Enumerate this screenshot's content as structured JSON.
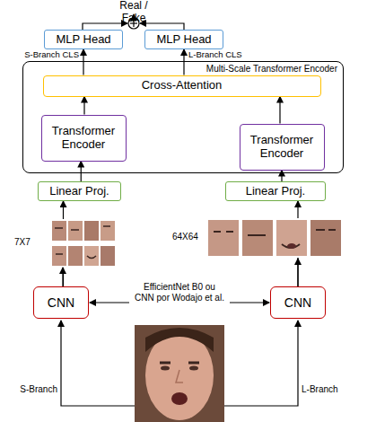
{
  "diagram": {
    "nodes": [
      {
        "text": [
          "MLP Head"
        ]
      },
      {
        "text": [
          "MLP Head"
        ]
      },
      {
        "text": [
          "Multi-Scale Transformer Encoder"
        ]
      },
      {
        "text": [
          "Cross-Attention"
        ],
        "in": 2
      },
      {
        "text": [
          "Transformer Encoder"
        ],
        "in": 2
      },
      {
        "text": [
          "Transformer Encoder"
        ],
        "in": 2
      },
      {
        "text": [
          "Linear Proj."
        ]
      },
      {
        "text": [
          "Linear Proj."
        ]
      },
      {
        "text": [
          "CNN"
        ]
      },
      {
        "text": [
          "CNN"
        ]
      }
    ],
    "edges": [
      {
        "from": 8,
        "to": 6,
        "arrow": "to"
      },
      {
        "from": 9,
        "to": 7,
        "arrow": "to"
      },
      {
        "from": 6,
        "to": 4,
        "arrow": "to"
      },
      {
        "from": 7,
        "to": 5,
        "arrow": "to"
      },
      {
        "from": 4,
        "to": 3,
        "arrow": "to"
      },
      {
        "from": 5,
        "to": 3,
        "arrow": "to"
      },
      {
        "from": 3,
        "to": 0,
        "arrow": "to"
      },
      {
        "from": 3,
        "to": 1,
        "arrow": "to"
      }
    ],
    "labels": [
      "Real / Fake",
      "S-Branch CLS",
      "L-Branch CLS",
      "7X7",
      "64X64",
      "EfficientNet B0 ou CNN por Wodajo et al.",
      "S-Branch",
      "L-Branch"
    ]
  }
}
